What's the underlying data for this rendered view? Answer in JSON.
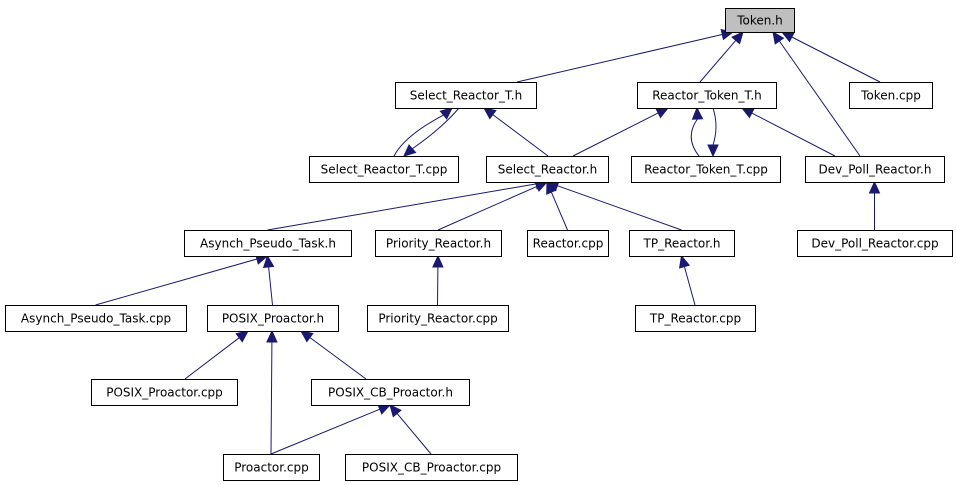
{
  "diagram": {
    "title": "",
    "colors": {
      "edge": "#191970",
      "root_fill": "#bfbfbf",
      "node_fill": "#ffffff",
      "border": "#000000"
    },
    "nodes": [
      {
        "id": "token_h",
        "label": "Token.h",
        "root": true
      },
      {
        "id": "select_reactor_t_h",
        "label": "Select_Reactor_T.h"
      },
      {
        "id": "reactor_token_t_h",
        "label": "Reactor_Token_T.h"
      },
      {
        "id": "token_cpp",
        "label": "Token.cpp"
      },
      {
        "id": "select_reactor_t_cpp",
        "label": "Select_Reactor_T.cpp"
      },
      {
        "id": "select_reactor_h",
        "label": "Select_Reactor.h"
      },
      {
        "id": "reactor_token_t_cpp",
        "label": "Reactor_Token_T.cpp"
      },
      {
        "id": "dev_poll_reactor_h",
        "label": "Dev_Poll_Reactor.h"
      },
      {
        "id": "asynch_pseudo_task_h",
        "label": "Asynch_Pseudo_Task.h"
      },
      {
        "id": "priority_reactor_h",
        "label": "Priority_Reactor.h"
      },
      {
        "id": "reactor_cpp",
        "label": "Reactor.cpp"
      },
      {
        "id": "tp_reactor_h",
        "label": "TP_Reactor.h"
      },
      {
        "id": "dev_poll_reactor_cpp",
        "label": "Dev_Poll_Reactor.cpp"
      },
      {
        "id": "asynch_pseudo_task_cpp",
        "label": "Asynch_Pseudo_Task.cpp"
      },
      {
        "id": "posix_proactor_h",
        "label": "POSIX_Proactor.h"
      },
      {
        "id": "priority_reactor_cpp",
        "label": "Priority_Reactor.cpp"
      },
      {
        "id": "tp_reactor_cpp",
        "label": "TP_Reactor.cpp"
      },
      {
        "id": "posix_proactor_cpp",
        "label": "POSIX_Proactor.cpp"
      },
      {
        "id": "posix_cb_proactor_h",
        "label": "POSIX_CB_Proactor.h"
      },
      {
        "id": "proactor_cpp",
        "label": "Proactor.cpp"
      },
      {
        "id": "posix_cb_proactor_cpp",
        "label": "POSIX_CB_Proactor.cpp"
      }
    ],
    "edges": [
      {
        "from": "select_reactor_t_h",
        "to": "token_h"
      },
      {
        "from": "reactor_token_t_h",
        "to": "token_h"
      },
      {
        "from": "token_cpp",
        "to": "token_h"
      },
      {
        "from": "dev_poll_reactor_h",
        "to": "token_h"
      },
      {
        "from": "select_reactor_t_cpp",
        "to": "select_reactor_t_h"
      },
      {
        "from": "select_reactor_t_h",
        "to": "select_reactor_t_cpp"
      },
      {
        "from": "select_reactor_h",
        "to": "select_reactor_t_h"
      },
      {
        "from": "select_reactor_h",
        "to": "reactor_token_t_h"
      },
      {
        "from": "reactor_token_t_cpp",
        "to": "reactor_token_t_h"
      },
      {
        "from": "reactor_token_t_h",
        "to": "reactor_token_t_cpp"
      },
      {
        "from": "dev_poll_reactor_h",
        "to": "reactor_token_t_h"
      },
      {
        "from": "asynch_pseudo_task_h",
        "to": "select_reactor_h"
      },
      {
        "from": "priority_reactor_h",
        "to": "select_reactor_h"
      },
      {
        "from": "reactor_cpp",
        "to": "select_reactor_h"
      },
      {
        "from": "tp_reactor_h",
        "to": "select_reactor_h"
      },
      {
        "from": "dev_poll_reactor_cpp",
        "to": "dev_poll_reactor_h"
      },
      {
        "from": "asynch_pseudo_task_cpp",
        "to": "asynch_pseudo_task_h"
      },
      {
        "from": "posix_proactor_h",
        "to": "asynch_pseudo_task_h"
      },
      {
        "from": "priority_reactor_cpp",
        "to": "priority_reactor_h"
      },
      {
        "from": "tp_reactor_cpp",
        "to": "tp_reactor_h"
      },
      {
        "from": "posix_proactor_cpp",
        "to": "posix_proactor_h"
      },
      {
        "from": "posix_cb_proactor_h",
        "to": "posix_proactor_h"
      },
      {
        "from": "proactor_cpp",
        "to": "posix_proactor_h"
      },
      {
        "from": "proactor_cpp",
        "to": "posix_cb_proactor_h"
      },
      {
        "from": "posix_cb_proactor_cpp",
        "to": "posix_cb_proactor_h"
      }
    ]
  }
}
